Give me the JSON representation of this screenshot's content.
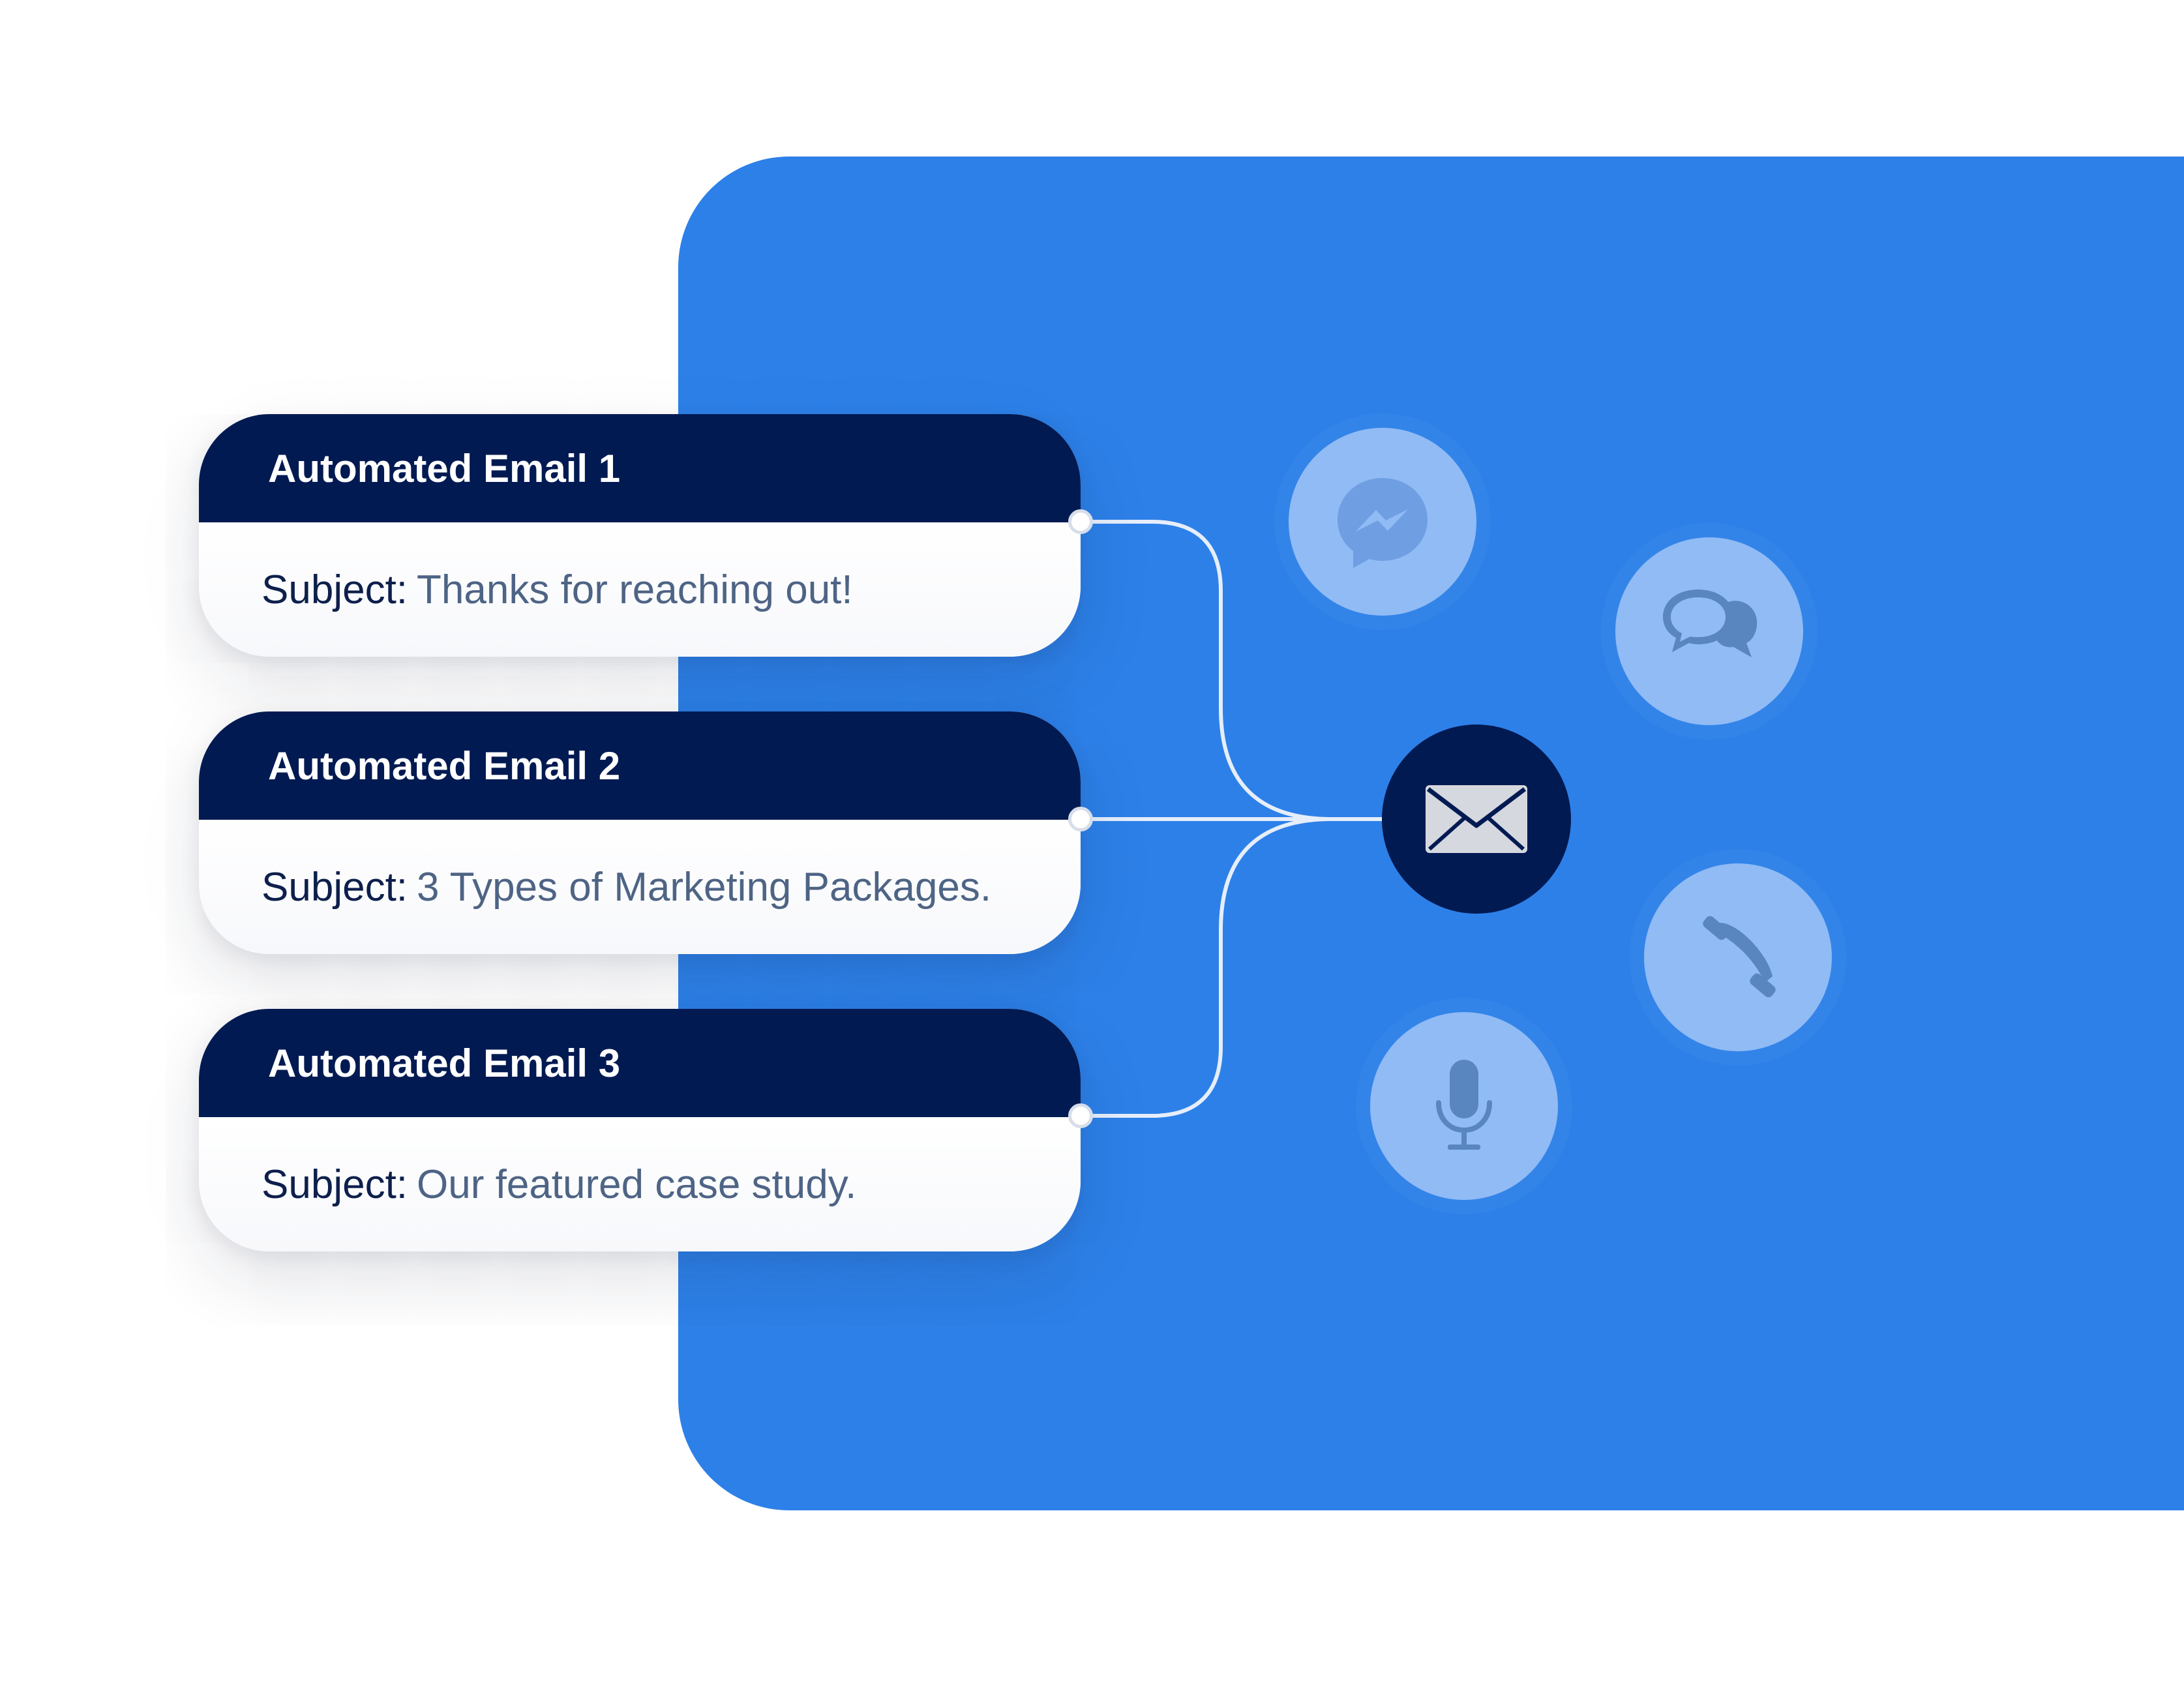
{
  "emails": [
    {
      "title": "Automated Email 1",
      "subject_label": "Subject:",
      "subject_value": "Thanks for reaching out!"
    },
    {
      "title": "Automated Email 2",
      "subject_label": "Subject:",
      "subject_value": "3 Types of Marketing Packages."
    },
    {
      "title": "Automated Email 3",
      "subject_label": "Subject:",
      "subject_value": "Our featured case study."
    }
  ],
  "channels": [
    {
      "icon": "messenger-icon"
    },
    {
      "icon": "chat-bubbles-icon"
    },
    {
      "icon": "phone-icon"
    },
    {
      "icon": "microphone-icon"
    }
  ],
  "hub": {
    "icon": "envelope-icon"
  },
  "colors": {
    "panel_blue": "#2d80e8",
    "navy": "#021a52",
    "channel_bubble": "#90bbf5",
    "channel_icon": "#5a86bf",
    "subject_value": "#4e6485"
  }
}
